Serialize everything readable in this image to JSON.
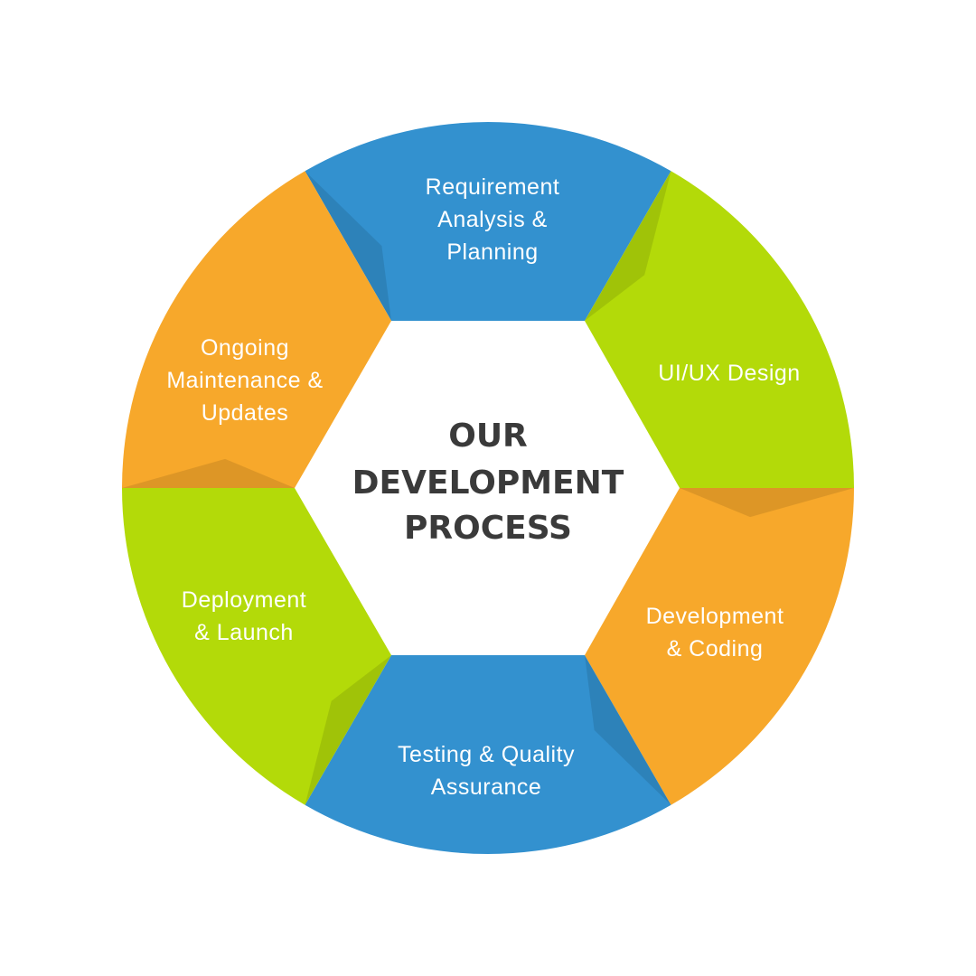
{
  "title_lines": [
    "OUR",
    "DEVELOPMENT",
    "PROCESS"
  ],
  "colors": {
    "blue": "#3391cf",
    "green": "#b3da09",
    "orange": "#f7a82b",
    "title": "#3a3a3a",
    "label": "#ffffff"
  },
  "steps": [
    {
      "id": "requirement-analysis-planning",
      "lines": [
        "Requirement",
        "Analysis &",
        "Planning"
      ],
      "color": "blue"
    },
    {
      "id": "ui-ux-design",
      "lines": [
        "UI/UX Design"
      ],
      "color": "green"
    },
    {
      "id": "development-coding",
      "lines": [
        "Development",
        "& Coding"
      ],
      "color": "orange"
    },
    {
      "id": "testing-quality-assurance",
      "lines": [
        "Testing & Quality",
        "Assurance"
      ],
      "color": "blue"
    },
    {
      "id": "deployment-launch",
      "lines": [
        "Deployment",
        "& Launch"
      ],
      "color": "green"
    },
    {
      "id": "ongoing-maintenance-updates",
      "lines": [
        "Ongoing",
        "Maintenance &",
        "Updates"
      ],
      "color": "orange"
    }
  ]
}
